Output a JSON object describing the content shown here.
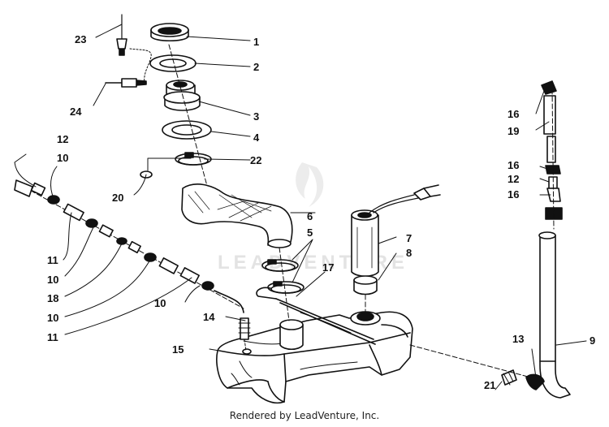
{
  "callouts": {
    "c1": "1",
    "c2": "2",
    "c3": "3",
    "c4": "4",
    "c5": "5",
    "c6": "6",
    "c7": "7",
    "c8": "8",
    "c9": "9",
    "c10a": "10",
    "c10b": "10",
    "c10c": "10",
    "c10d": "10",
    "c11a": "11",
    "c11b": "11",
    "c12a": "12",
    "c12b": "12",
    "c13": "13",
    "c14": "14",
    "c15": "15",
    "c16a": "16",
    "c16b": "16",
    "c16c": "16",
    "c17": "17",
    "c18": "18",
    "c19": "19",
    "c20": "20",
    "c21": "21",
    "c22": "22",
    "c23": "23",
    "c24": "24"
  },
  "watermark": "LEADVENTURE",
  "footer": "Rendered by LeadVenture, Inc.",
  "colors": {
    "line": "#111111",
    "watermark": "#e3e3e3"
  }
}
